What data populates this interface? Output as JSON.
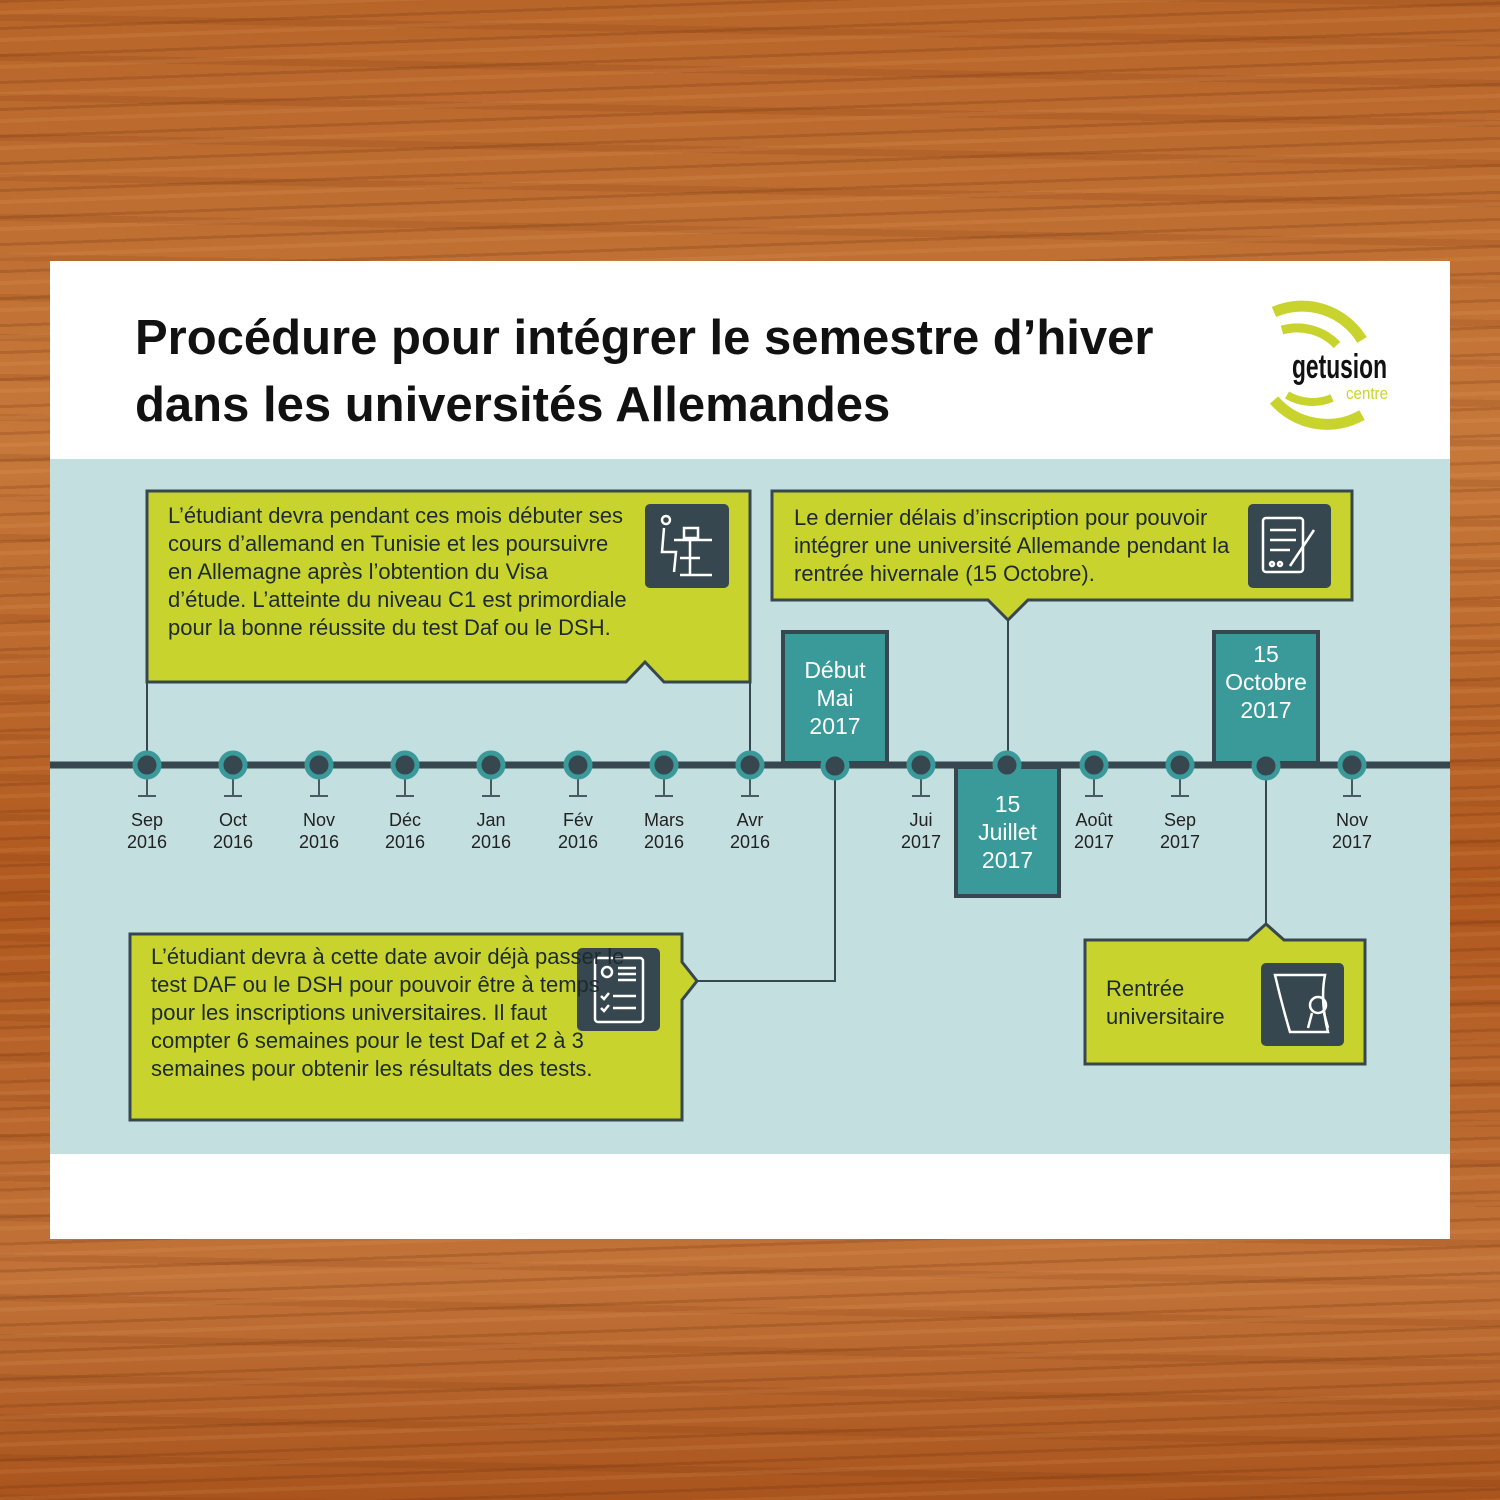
{
  "title": {
    "line1": "Procédure pour intégrer le semestre d’hiver",
    "line2": "dans les universités Allemandes"
  },
  "logo": {
    "name": "getusion",
    "sub": "centre"
  },
  "colors": {
    "lime": "#c8d42d",
    "dark": "#37474f",
    "teal": "#3a9a9a",
    "panel": "#c4dfe0"
  },
  "timeline": [
    {
      "m": "Sep",
      "y": "2016"
    },
    {
      "m": "Oct",
      "y": "2016"
    },
    {
      "m": "Nov",
      "y": "2016"
    },
    {
      "m": "Déc",
      "y": "2016"
    },
    {
      "m": "Jan",
      "y": "2016"
    },
    {
      "m": "Fév",
      "y": "2016"
    },
    {
      "m": "Mars",
      "y": "2016"
    },
    {
      "m": "Avr",
      "y": "2016"
    },
    {
      "m": "Jui",
      "y": "2017"
    },
    {
      "m": "Août",
      "y": "2017"
    },
    {
      "m": "Sep",
      "y": "2017"
    },
    {
      "m": "Nov",
      "y": "2017"
    }
  ],
  "milestones": {
    "mai": {
      "l1": "Début",
      "l2": "Mai",
      "l3": "2017"
    },
    "juillet": {
      "l1": "15",
      "l2": "Juillet",
      "l3": "2017"
    },
    "octobre": {
      "l1": "15",
      "l2": "Octobre",
      "l3": "2017"
    }
  },
  "callouts": {
    "cours": {
      "text": "L’étudiant devra pendant ces mois débuter ses cours d’allemand en Tunisie et les poursuivre en Allemagne après l’obtention du Visa d’étude. L’atteinte du niveau C1 est primordiale pour la bonne réussite du test Daf ou le DSH.",
      "icon": "student-desk-icon"
    },
    "inscription": {
      "text": "Le dernier délais d’inscription pour pouvoir intégrer une université Allemande pendant la rentrée hivernale (15 Octobre).",
      "icon": "form-pen-icon"
    },
    "test": {
      "text": "L’étudiant devra à cette date avoir déjà passer le test DAF ou le DSH pour pouvoir être à temps pour les inscriptions universitaires. Il faut compter 6 semaines pour le test Daf et 2 à 3 semaines pour obtenir les résultats des tests.",
      "icon": "certificate-checklist-icon"
    },
    "rentree": {
      "text": "Rentrée universitaire",
      "icon": "diploma-scroll-icon"
    }
  }
}
